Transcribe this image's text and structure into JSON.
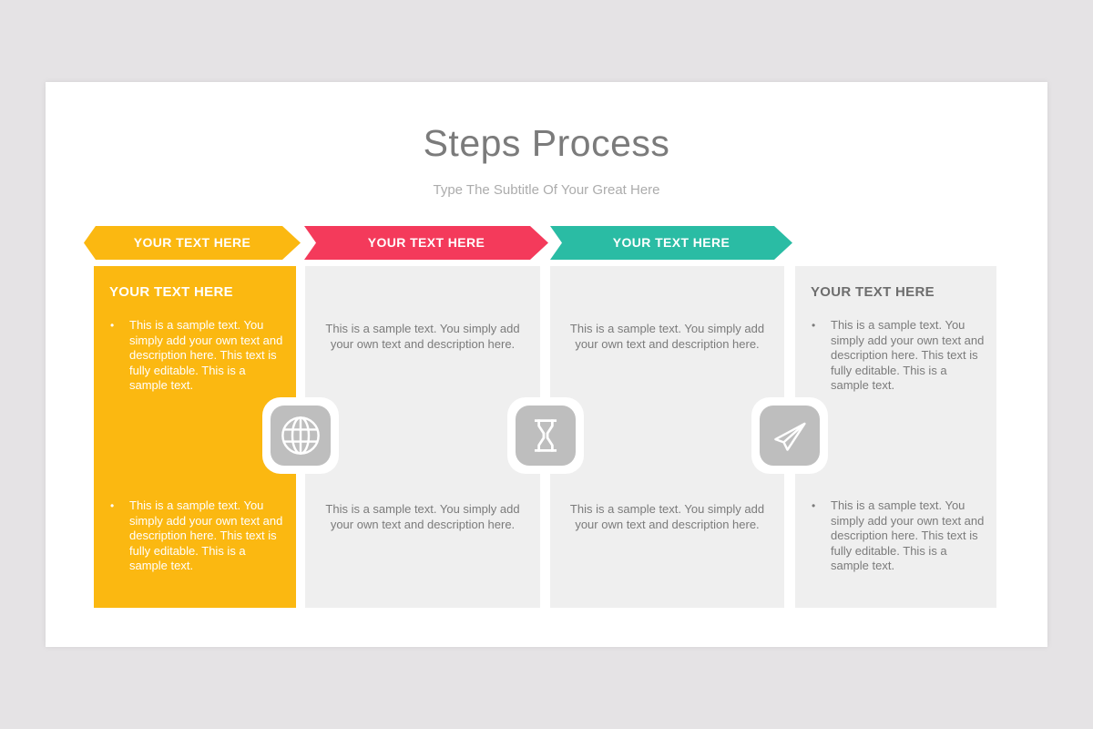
{
  "slide": {
    "title": "Steps Process",
    "subtitle": "Type The Subtitle Of Your Great Here"
  },
  "glyphs": {
    "bullet": "•"
  },
  "banners": [
    {
      "label": "YOUR TEXT HERE",
      "color": "#fbb811"
    },
    {
      "label": "YOUR TEXT HERE",
      "color": "#f43a5b"
    },
    {
      "label": "YOUR TEXT HERE",
      "color": "#2abca4"
    }
  ],
  "columns": [
    {
      "style": "highlight-yellow",
      "heading": "YOUR TEXT HERE",
      "bullets": [
        "This is a sample text. You simply add your own text and description here. This text is fully editable. This is a sample text.",
        "This is a sample text. You simply add your own text and description here. This text is fully editable. This is a sample text."
      ]
    },
    {
      "style": "plain-gray",
      "paragraphs": [
        "This is a sample text. You simply add your own text and description here.",
        "This is a sample text. You simply add your own text and description here."
      ]
    },
    {
      "style": "plain-gray",
      "paragraphs": [
        "This is a sample text. You simply add your own text and description here.",
        "This is a sample text. You simply add your own text and description here."
      ]
    },
    {
      "style": "plain-gray",
      "heading": "YOUR TEXT HERE",
      "bullets": [
        "This is a sample text. You simply add your own text and description here. This text is fully editable. This is a sample text.",
        "This is a sample text. You simply add your own text and description here. This text is fully editable. This is a sample text."
      ]
    }
  ],
  "icons": [
    {
      "name": "globe-icon"
    },
    {
      "name": "hourglass-icon"
    },
    {
      "name": "paper-plane-icon"
    }
  ],
  "colors": {
    "page_background": "#e5e3e5",
    "slide_background": "#ffffff",
    "accent_yellow": "#fbb811",
    "accent_pink": "#f43a5b",
    "accent_teal": "#2abca4",
    "panel_gray": "#efefef",
    "icon_tile_gray": "#bebebe",
    "title_gray": "#7b7b7b",
    "subtitle_gray": "#acacac",
    "body_text_gray": "#7b7b7b"
  }
}
